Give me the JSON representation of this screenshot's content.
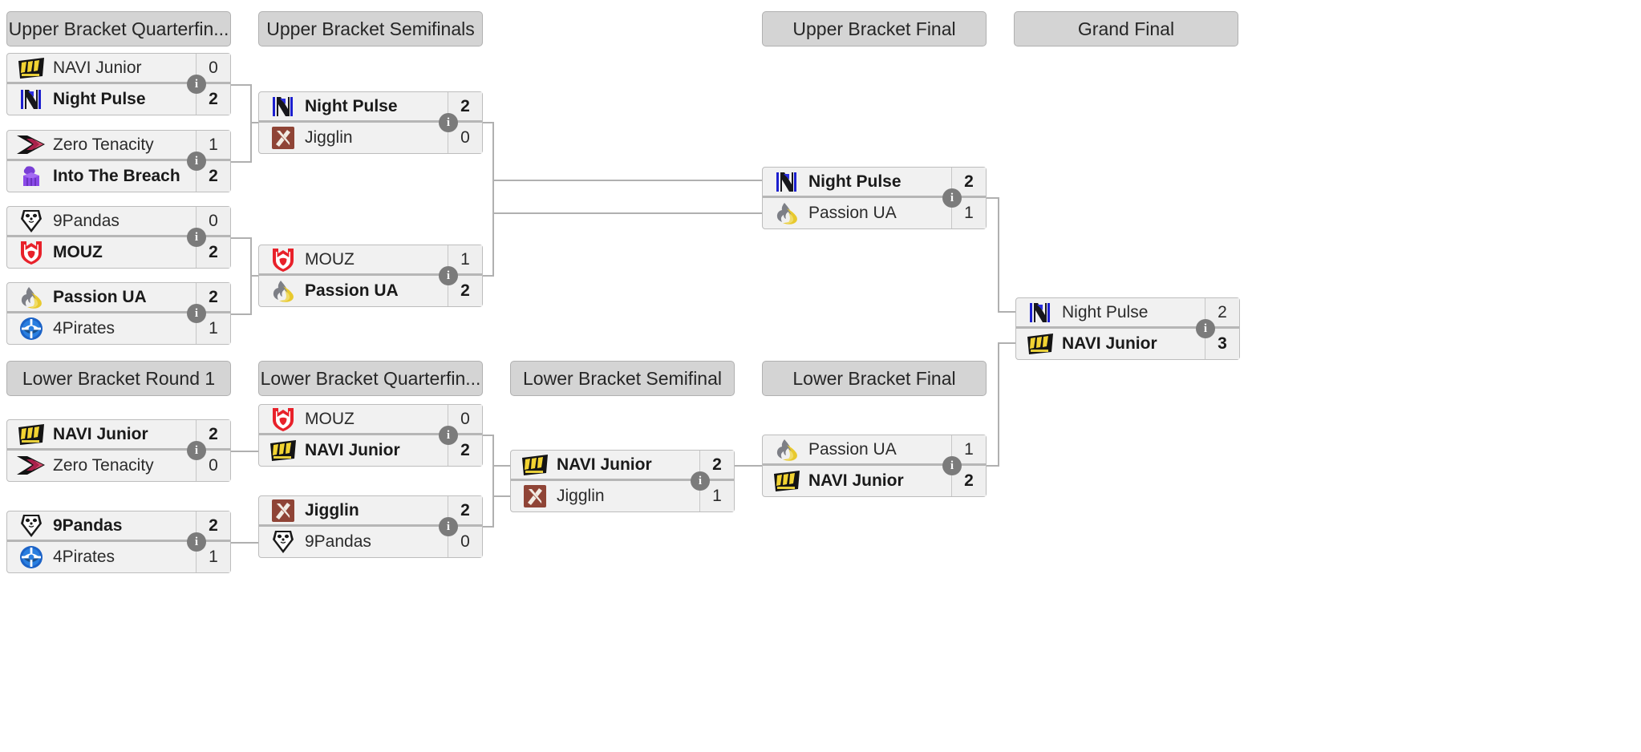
{
  "colors": {
    "background": "#ffffff",
    "header_pill": "#d4d4d4",
    "match_bg": "#f1f1f1",
    "border": "#bdbdbd",
    "connector": "#b0b0b0",
    "info_badge": "#7b7b7b"
  },
  "info_badge_label": "i",
  "rounds": [
    {
      "id": "ubqf",
      "label": "Upper Bracket Quarterfin..."
    },
    {
      "id": "ubsf",
      "label": "Upper Bracket Semifinals"
    },
    {
      "id": "ubf",
      "label": "Upper Bracket Final"
    },
    {
      "id": "gf",
      "label": "Grand Final"
    },
    {
      "id": "lbr1",
      "label": "Lower Bracket Round 1"
    },
    {
      "id": "lbqf",
      "label": "Lower Bracket Quarterfin..."
    },
    {
      "id": "lbsf",
      "label": "Lower Bracket Semifinal"
    },
    {
      "id": "lbf",
      "label": "Lower Bracket Final"
    }
  ],
  "matches": {
    "ubqf1": {
      "teams": [
        {
          "name": "NAVI Junior",
          "score": "0",
          "winner": false,
          "logo": "navi-junior-logo"
        },
        {
          "name": "Night Pulse",
          "score": "2",
          "winner": true,
          "logo": "night-pulse-logo"
        }
      ]
    },
    "ubqf2": {
      "teams": [
        {
          "name": "Zero Tenacity",
          "score": "1",
          "winner": false,
          "logo": "zero-tenacity-logo"
        },
        {
          "name": "Into The Breach",
          "score": "2",
          "winner": true,
          "logo": "into-the-breach-logo"
        }
      ]
    },
    "ubqf3": {
      "teams": [
        {
          "name": "9Pandas",
          "score": "0",
          "winner": false,
          "logo": "9pandas-logo"
        },
        {
          "name": "MOUZ",
          "score": "2",
          "winner": true,
          "logo": "mouz-logo"
        }
      ]
    },
    "ubqf4": {
      "teams": [
        {
          "name": "Passion UA",
          "score": "2",
          "winner": true,
          "logo": "passion-ua-logo"
        },
        {
          "name": "4Pirates",
          "score": "1",
          "winner": false,
          "logo": "4pirates-logo"
        }
      ]
    },
    "ubsf1": {
      "teams": [
        {
          "name": "Night Pulse",
          "score": "2",
          "winner": true,
          "logo": "night-pulse-logo"
        },
        {
          "name": "Jigglin",
          "score": "0",
          "winner": false,
          "logo": "jigglin-logo"
        }
      ]
    },
    "ubsf2": {
      "teams": [
        {
          "name": "MOUZ",
          "score": "1",
          "winner": false,
          "logo": "mouz-logo"
        },
        {
          "name": "Passion UA",
          "score": "2",
          "winner": true,
          "logo": "passion-ua-logo"
        }
      ]
    },
    "ubf1": {
      "teams": [
        {
          "name": "Night Pulse",
          "score": "2",
          "winner": true,
          "logo": "night-pulse-logo"
        },
        {
          "name": "Passion UA",
          "score": "1",
          "winner": false,
          "logo": "passion-ua-logo"
        }
      ]
    },
    "gf1": {
      "teams": [
        {
          "name": "Night Pulse",
          "score": "2",
          "winner": false,
          "logo": "night-pulse-logo"
        },
        {
          "name": "NAVI Junior",
          "score": "3",
          "winner": true,
          "logo": "navi-junior-logo"
        }
      ]
    },
    "lbr1a": {
      "teams": [
        {
          "name": "NAVI Junior",
          "score": "2",
          "winner": true,
          "logo": "navi-junior-logo"
        },
        {
          "name": "Zero Tenacity",
          "score": "0",
          "winner": false,
          "logo": "zero-tenacity-logo"
        }
      ]
    },
    "lbr1b": {
      "teams": [
        {
          "name": "9Pandas",
          "score": "2",
          "winner": true,
          "logo": "9pandas-logo"
        },
        {
          "name": "4Pirates",
          "score": "1",
          "winner": false,
          "logo": "4pirates-logo"
        }
      ]
    },
    "lbqf1": {
      "teams": [
        {
          "name": "MOUZ",
          "score": "0",
          "winner": false,
          "logo": "mouz-logo"
        },
        {
          "name": "NAVI Junior",
          "score": "2",
          "winner": true,
          "logo": "navi-junior-logo"
        }
      ]
    },
    "lbqf2": {
      "teams": [
        {
          "name": "Jigglin",
          "score": "2",
          "winner": true,
          "logo": "jigglin-logo"
        },
        {
          "name": "9Pandas",
          "score": "0",
          "winner": false,
          "logo": "9pandas-logo"
        }
      ]
    },
    "lbsf1": {
      "teams": [
        {
          "name": "NAVI Junior",
          "score": "2",
          "winner": true,
          "logo": "navi-junior-logo"
        },
        {
          "name": "Jigglin",
          "score": "1",
          "winner": false,
          "logo": "jigglin-logo"
        }
      ]
    },
    "lbf1": {
      "teams": [
        {
          "name": "Passion UA",
          "score": "1",
          "winner": false,
          "logo": "passion-ua-logo"
        },
        {
          "name": "NAVI Junior",
          "score": "2",
          "winner": true,
          "logo": "navi-junior-logo"
        }
      ]
    }
  }
}
